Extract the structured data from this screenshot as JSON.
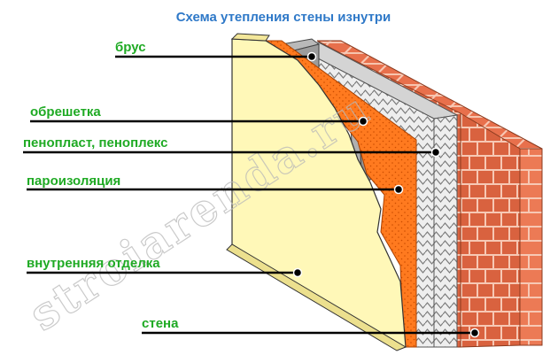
{
  "title": "Схема утепления стены изнутри",
  "watermark": "stroiarenda.ru",
  "labels": {
    "brus": "брус",
    "obreshetka": "обрешетка",
    "penoplast": "пенопласт, пеноплекс",
    "paroizolyaciya": "пароизоляция",
    "otdelka": "внутренняя отделка",
    "stena": "стена"
  },
  "colors": {
    "title": "#2f79c8",
    "labels": "#1faa24",
    "brick": "#ec7a55",
    "mortar": "#f7c8b4",
    "membrane": "#ff7a1f",
    "finish": "#fff8b8",
    "insulation": "#e6e6e6"
  }
}
